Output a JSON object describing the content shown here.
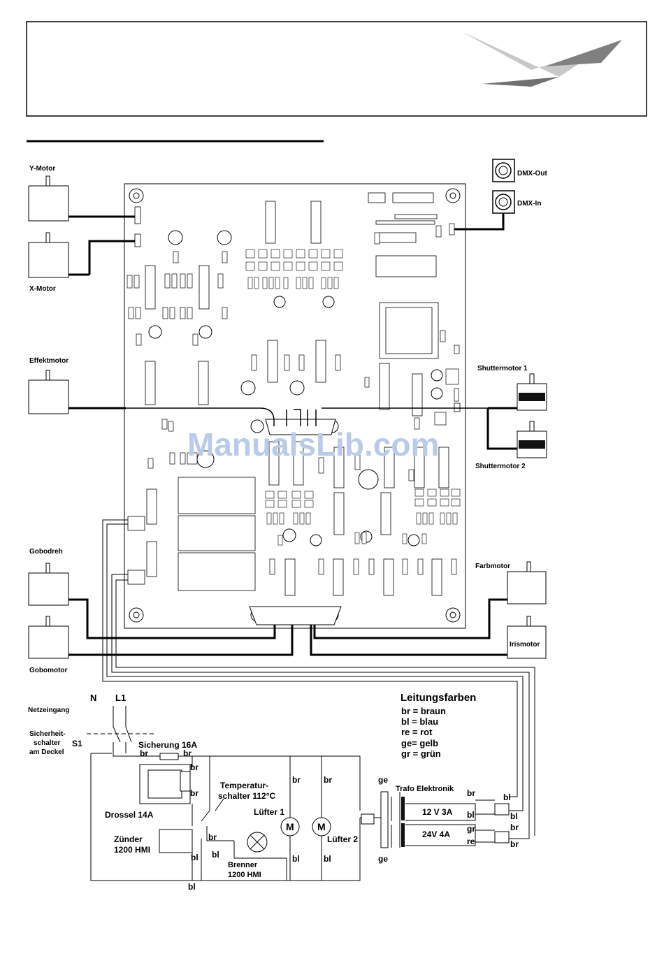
{
  "motors": {
    "y_motor": "Y-Motor",
    "x_motor": "X-Motor",
    "effekt": "Effektmotor",
    "shutter1": "Shuttermotor 1",
    "shutter2": "Shuttermotor 2",
    "gobodreh": "Gobodreh",
    "gobomotor": "Gobomotor",
    "farbmotor": "Farbmotor",
    "iris": "Irismotor"
  },
  "dmx": {
    "out": "DMX-Out",
    "in": "DMX-In"
  },
  "watermark": "ManualsLib.com",
  "power": {
    "N": "N",
    "L1": "L1",
    "netzeingang": "Netzeingang",
    "safety_line1": "Sicherheit-",
    "safety_line2": "schalter",
    "safety_line3": "am Deckel",
    "s1": "S1",
    "sicherung": "Sicherung 16A",
    "drossel": "Drossel 14A",
    "temp_line1": "Temperatur-",
    "temp_line2": "schalter 112°C",
    "zuender_line1": "Zünder",
    "zuender_line2": "1200 HMI",
    "brenner_line1": "Brenner",
    "brenner_line2": "1200 HMI",
    "luefter1": "Lüfter 1",
    "luefter2": "Lüfter 2",
    "motor_symbol": "M",
    "trafo": "Trafo Elektronik",
    "v12": "12 V 3A",
    "v24": "24V 4A"
  },
  "wire_labels": {
    "br": "br",
    "bl": "bl",
    "ge": "ge",
    "gr": "gr",
    "re": "re"
  },
  "legend": {
    "title": "Leitungsfarben",
    "items": [
      "br = braun",
      "bl = blau",
      "re = rot",
      "ge= gelb",
      "gr = grün"
    ]
  }
}
